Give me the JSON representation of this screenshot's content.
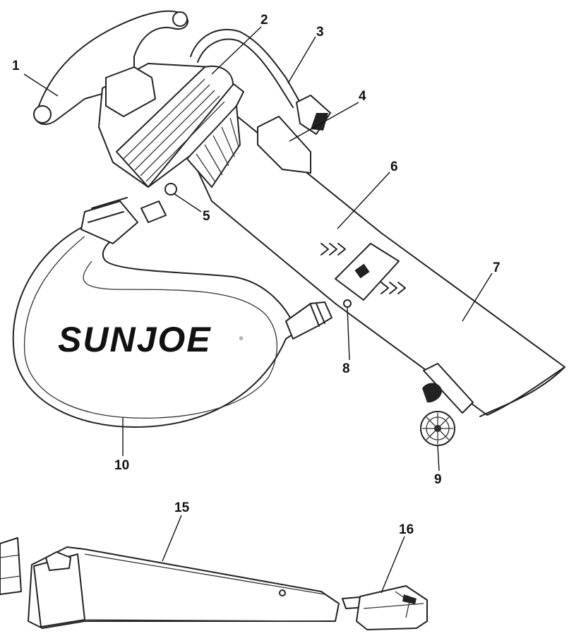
{
  "brand": {
    "name": "SUNJOE",
    "mark": "®"
  },
  "callouts": [
    {
      "id": "c1",
      "text": "1"
    },
    {
      "id": "c2",
      "text": "2"
    },
    {
      "id": "c3",
      "text": "3"
    },
    {
      "id": "c4",
      "text": "4"
    },
    {
      "id": "c5",
      "text": "5"
    },
    {
      "id": "c6",
      "text": "6"
    },
    {
      "id": "c7",
      "text": "7"
    },
    {
      "id": "c8",
      "text": "8"
    },
    {
      "id": "c9",
      "text": "9"
    },
    {
      "id": "c10",
      "text": "10"
    },
    {
      "id": "c15",
      "text": "15"
    },
    {
      "id": "c16",
      "text": "16"
    }
  ],
  "colors": {
    "line": "#222222",
    "background": "#ffffff"
  }
}
